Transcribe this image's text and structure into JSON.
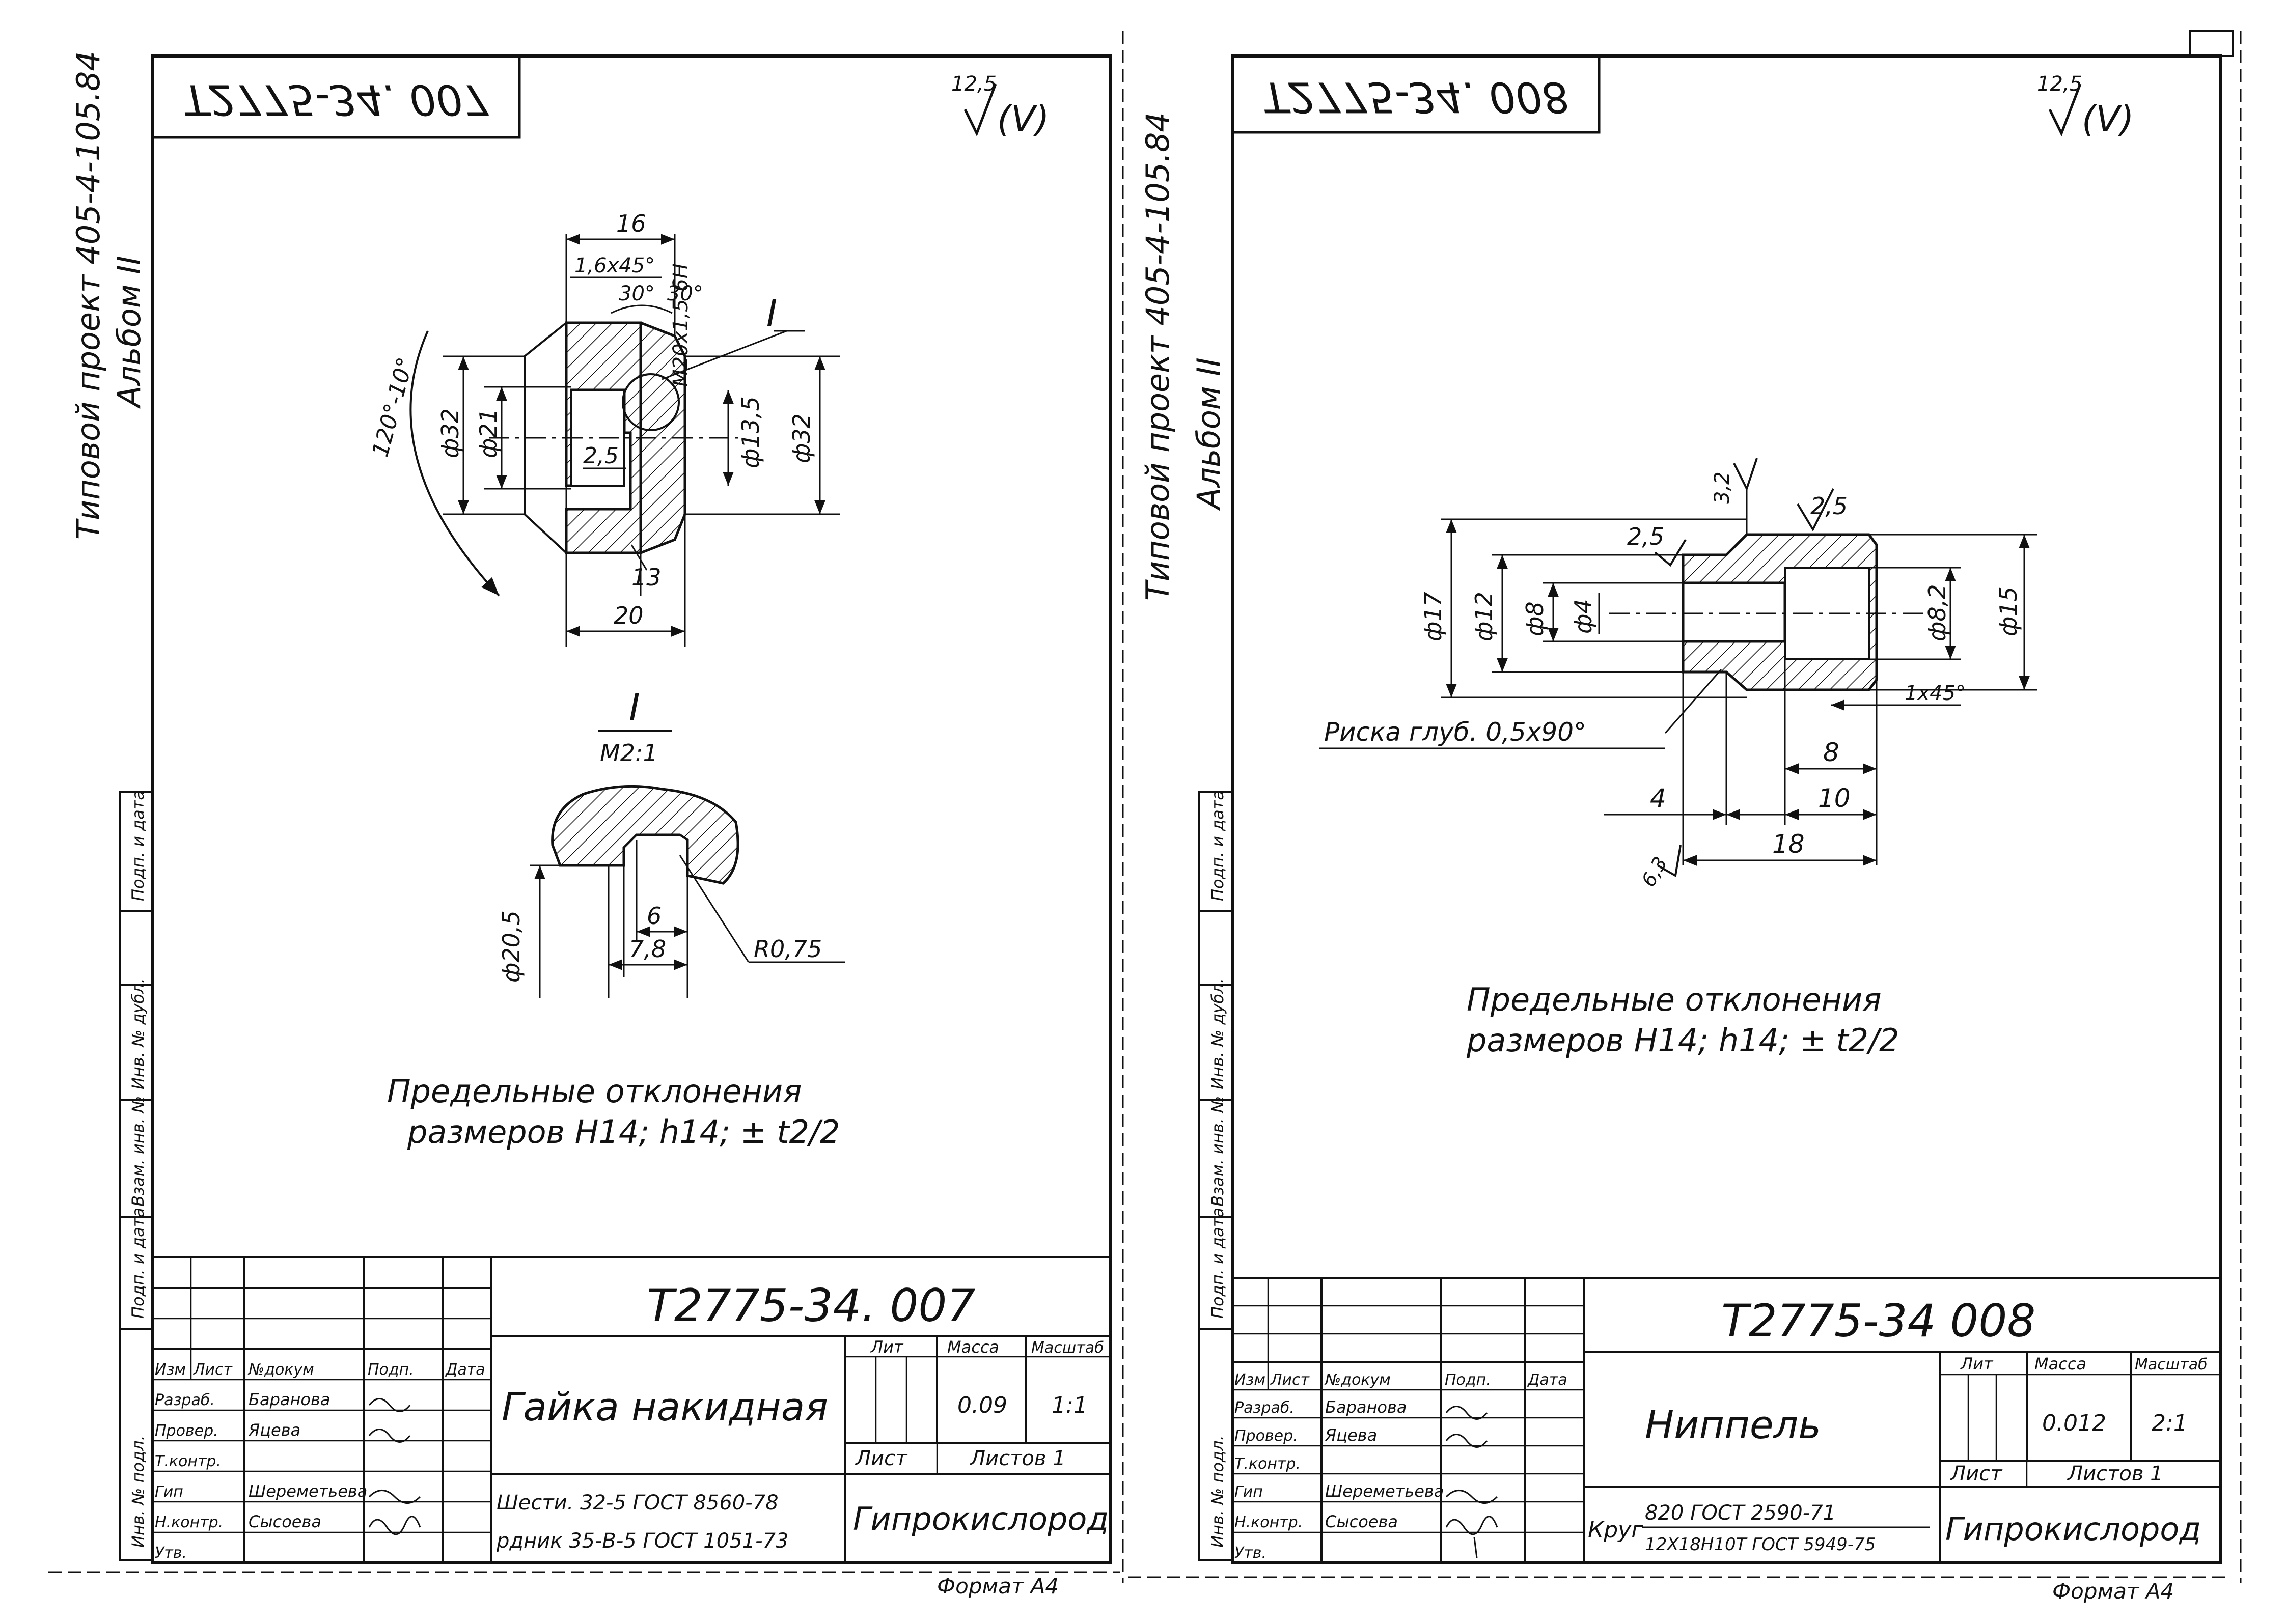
{
  "sheets": [
    {
      "code_mirrored": "Т2775-34. 007",
      "roughness": {
        "value": "12,5",
        "mark": "(V)"
      },
      "side_note": {
        "line1": "Типовой проект 405-4-105.84",
        "line2": "Альбом II"
      },
      "dims": {
        "d16": "16",
        "chamfer": "1,6х45°",
        "thread": "М20х1,5-6Н",
        "ang_left": "30°",
        "ang_right": "30°",
        "detail_ref": "I",
        "angle": "120°-10°",
        "d32_left": "ф32",
        "d21": "ф21",
        "v25": "2,5",
        "d135": "ф13,5",
        "d32_right": "ф32",
        "d13": "13",
        "d20": "20"
      },
      "detail": {
        "name": "I",
        "scale": "М2:1",
        "d205": "ф20,5",
        "d6": "6",
        "d78": "7,8",
        "r": "R0,75"
      },
      "tolerance": {
        "line1": "Предельные отклонения",
        "line2": "размеров  Н14; h14; ± t2/2"
      },
      "title_block": {
        "code": "Т2775-34. 007",
        "name": "Гайка накидная",
        "hdr": {
          "izm": "Изм",
          "list": "Лист",
          "ndoc": "№докум",
          "podp": "Подп.",
          "data": "Дата"
        },
        "roles": [
          "Разраб.",
          "Провер.",
          "Т.контр.",
          "Гип",
          "Н.контр.",
          "Утв."
        ],
        "people": [
          "Баранова",
          "Яцева",
          "",
          "Шереметьева",
          "Сысоева",
          ""
        ],
        "lit_label": "Лит",
        "mass_label": "Масса",
        "scale_label": "Масштаб",
        "mass": "0.09",
        "scale": "1:1",
        "sheet_label": "Лист",
        "sheets_label": "Листов 1",
        "material_l1": "Шести. 32-5 ГОСТ 8560-78",
        "material_l2": "рдник 35-В-5 ГОСТ 1051-73",
        "org": "Гипрокислород",
        "format": "Формат А4"
      },
      "sidebar": [
        "Инв. № подл.",
        "Подп. и дата",
        "Взам. инв. №",
        "Инв. № дубл.",
        "Подп. и дата"
      ]
    },
    {
      "code_mirrored": "Т2775-34. 008",
      "roughness": {
        "value": "12,5",
        "mark": "(V)"
      },
      "side_note": {
        "line1": "Типовой проект 405-4-105.84",
        "line2": "Альбом II"
      },
      "dims": {
        "r32": "3,2",
        "r25a": "2,5",
        "r25b": "2,5",
        "d17": "ф17",
        "d12": "ф12",
        "d8": "ф8",
        "d4": "ф4",
        "d82": "ф8,2",
        "d15": "ф15",
        "chamfer": "1х45°",
        "groove": "Риска глуб. 0,5х90°",
        "l8": "8",
        "l4": "4",
        "l10": "10",
        "l18": "18",
        "r63": "6,3"
      },
      "tolerance": {
        "line1": "Предельные отклонения",
        "line2": "размеров  Н14; h14; ± t2/2"
      },
      "title_block": {
        "code": "Т2775-34 008",
        "name": "Ниппель",
        "hdr": {
          "izm": "Изм",
          "list": "Лист",
          "ndoc": "№докум",
          "podp": "Подп.",
          "data": "Дата"
        },
        "roles": [
          "Разраб.",
          "Провер.",
          "Т.контр.",
          "Гип",
          "Н.контр.",
          "Утв."
        ],
        "people": [
          "Баранова",
          "Яцева",
          "",
          "Шереметьева",
          "Сысоева",
          ""
        ],
        "lit_label": "Лит",
        "mass_label": "Масса",
        "scale_label": "Масштаб",
        "mass": "0.012",
        "scale": "2:1",
        "sheet_label": "Лист",
        "sheets_label": "Листов 1",
        "material_prefix": "Круг",
        "material_l1": "820 ГОСТ 2590-71",
        "material_l2": "12Х18Н10Т ГОСТ 5949-75",
        "org": "Гипрокислород",
        "format": "Формат А4"
      },
      "sidebar": [
        "Инв. № подл.",
        "Подп. и дата",
        "Взам. инв. №",
        "Инв. № дубл.",
        "Подп. и дата"
      ]
    }
  ]
}
